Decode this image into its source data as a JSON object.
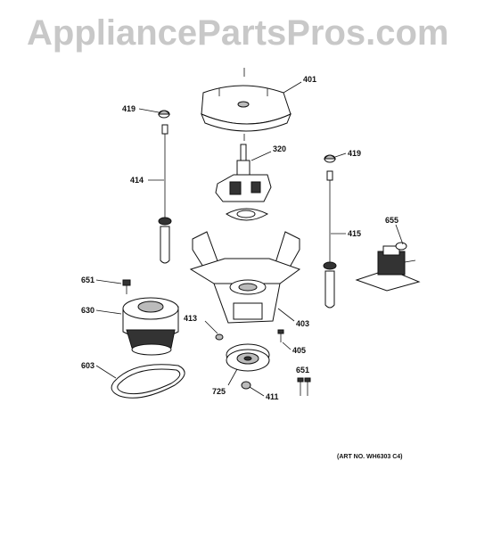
{
  "watermark": "AppliancePartsPros.com",
  "art_number": "(ART NO. WH6303 C4)",
  "callouts": {
    "c401": "401",
    "c419a": "419",
    "c320": "320",
    "c419b": "419",
    "c414": "414",
    "c415": "415",
    "c655": "655",
    "c651a": "651",
    "c630": "630",
    "c413": "413",
    "c403": "403",
    "c405": "405",
    "c603": "603",
    "c651b": "651",
    "c725": "725",
    "c411": "411"
  }
}
